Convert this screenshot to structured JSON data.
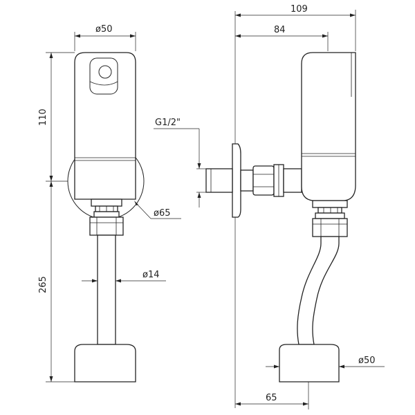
{
  "drawing": {
    "front_view": {
      "top_diameter": "ø50",
      "height_upper": "110",
      "height_lower": "265",
      "ring_diameter": "ø65",
      "pipe_diameter": "ø14"
    },
    "side_view": {
      "total_depth": "109",
      "body_depth": "84",
      "thread_size": "G1/2\"",
      "base_diameter": "ø50",
      "base_offset": "65"
    }
  }
}
